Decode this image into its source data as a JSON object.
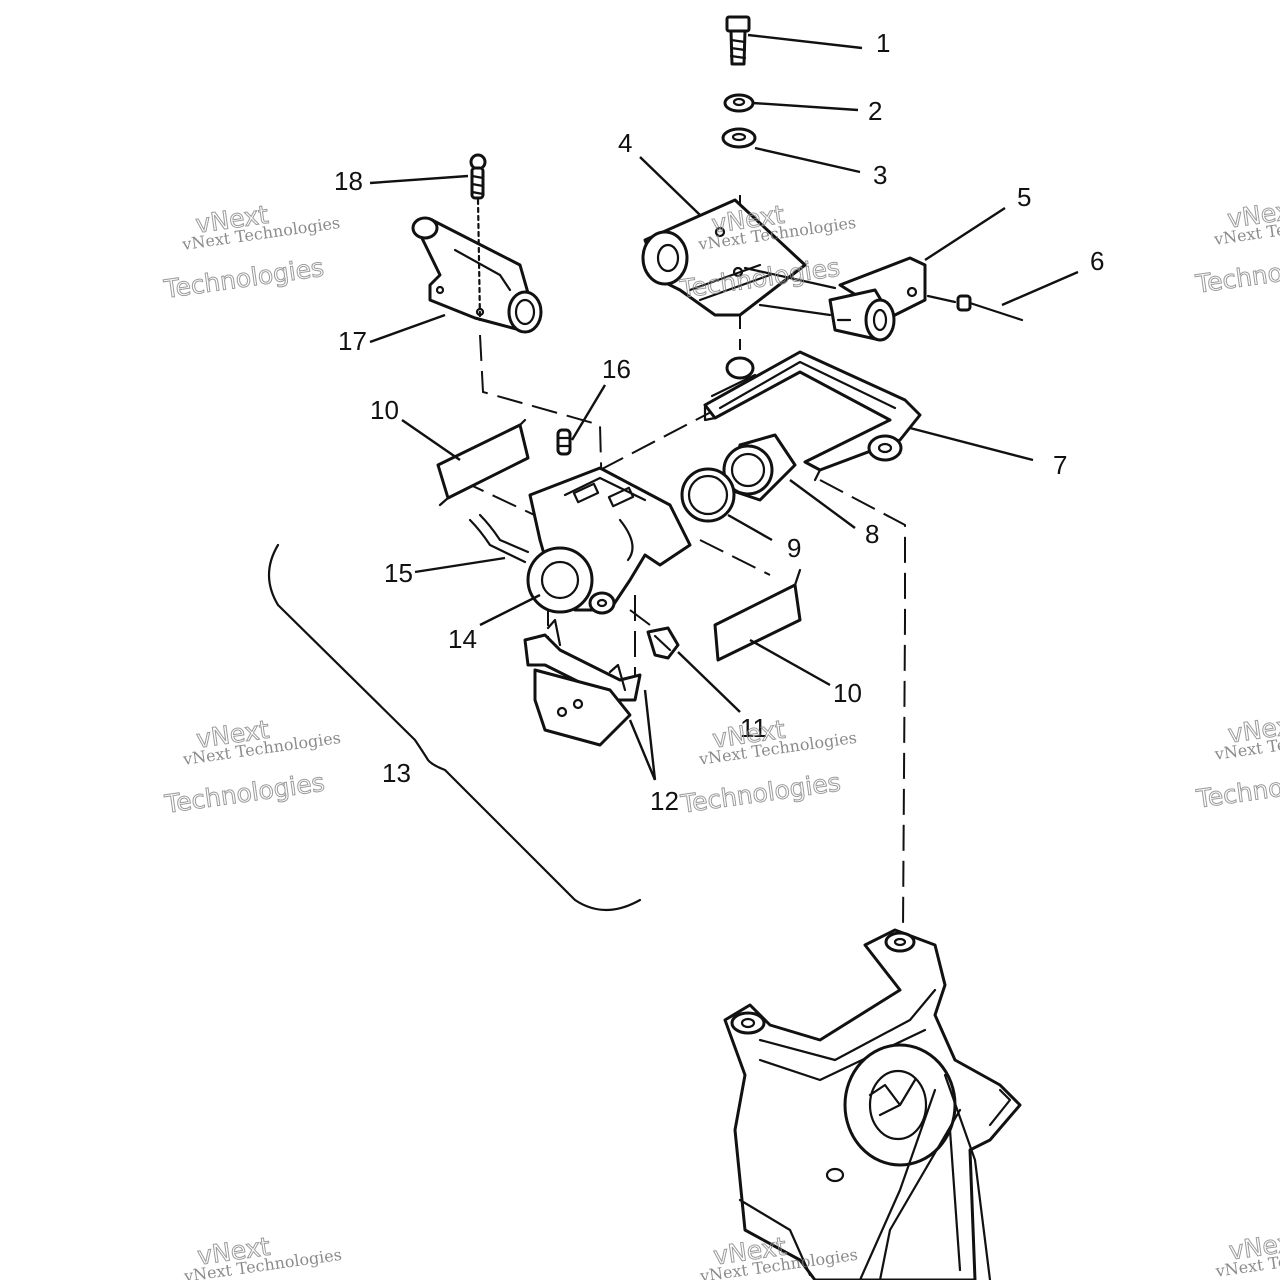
{
  "callouts": [
    {
      "id": "1",
      "text": "1"
    },
    {
      "id": "2",
      "text": "2"
    },
    {
      "id": "3",
      "text": "3"
    },
    {
      "id": "4",
      "text": "4"
    },
    {
      "id": "5",
      "text": "5"
    },
    {
      "id": "6",
      "text": "6"
    },
    {
      "id": "7",
      "text": "7"
    },
    {
      "id": "8",
      "text": "8"
    },
    {
      "id": "9",
      "text": "9"
    },
    {
      "id": "10a",
      "text": "10"
    },
    {
      "id": "10b",
      "text": "10"
    },
    {
      "id": "11",
      "text": "11"
    },
    {
      "id": "12",
      "text": "12"
    },
    {
      "id": "13",
      "text": "13"
    },
    {
      "id": "14",
      "text": "14"
    },
    {
      "id": "15",
      "text": "15"
    },
    {
      "id": "16",
      "text": "16"
    },
    {
      "id": "17",
      "text": "17"
    },
    {
      "id": "18",
      "text": "18"
    }
  ],
  "watermark": {
    "line1": "vNext Technologies",
    "line2": "vNext",
    "line3": "Technologies"
  }
}
